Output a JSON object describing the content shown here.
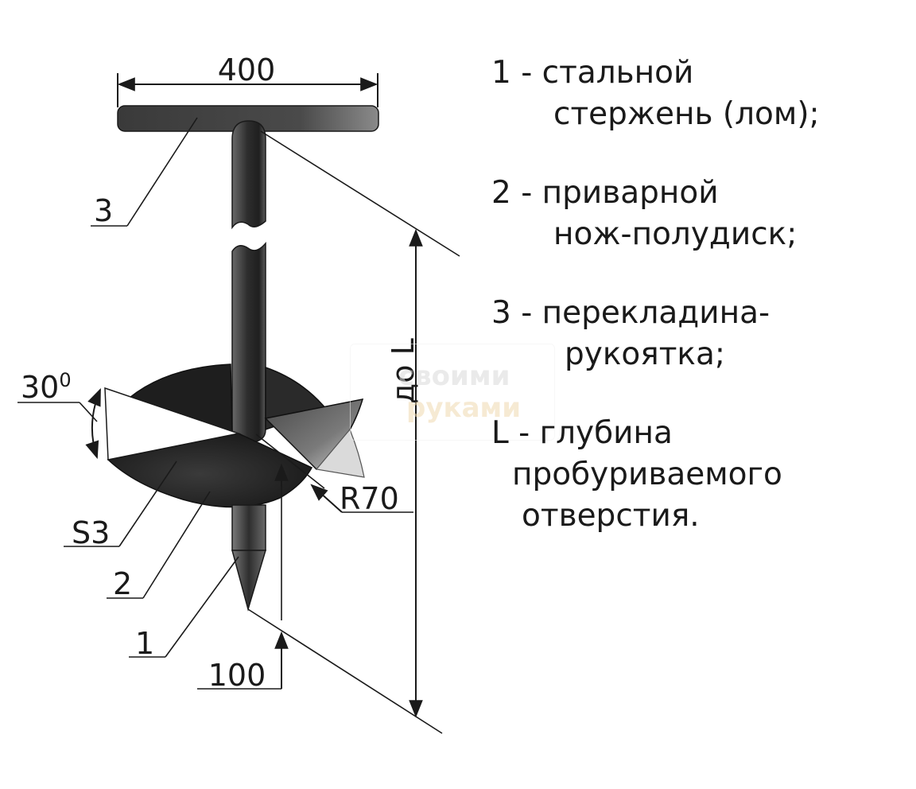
{
  "dimensions": {
    "width_top": "400",
    "depth": "до L",
    "angle": "30",
    "angle_sup": "0",
    "radius": "R70",
    "thickness": "S3",
    "tip": "100"
  },
  "callouts": {
    "c1": "1",
    "c2": "2",
    "c3": "3"
  },
  "legend": {
    "i1_line1": "1 - стальной",
    "i1_line2": "стержень (лом);",
    "i2_line1": "2 - приварной",
    "i2_line2": "нож-полудиск;",
    "i3_line1": "3 - перекладина-",
    "i3_line2": "рукоятка;",
    "iL_line1": "L - глубина",
    "iL_line2": "пробуриваемого",
    "iL_line3": "отверстия."
  },
  "watermark": {
    "top": "своими",
    "bottom": "руками"
  },
  "colors": {
    "metal_dark": "#2b2b2b",
    "metal_mid": "#5a5a5a",
    "metal_light": "#9a9a9a",
    "line": "#1a1a1a"
  }
}
